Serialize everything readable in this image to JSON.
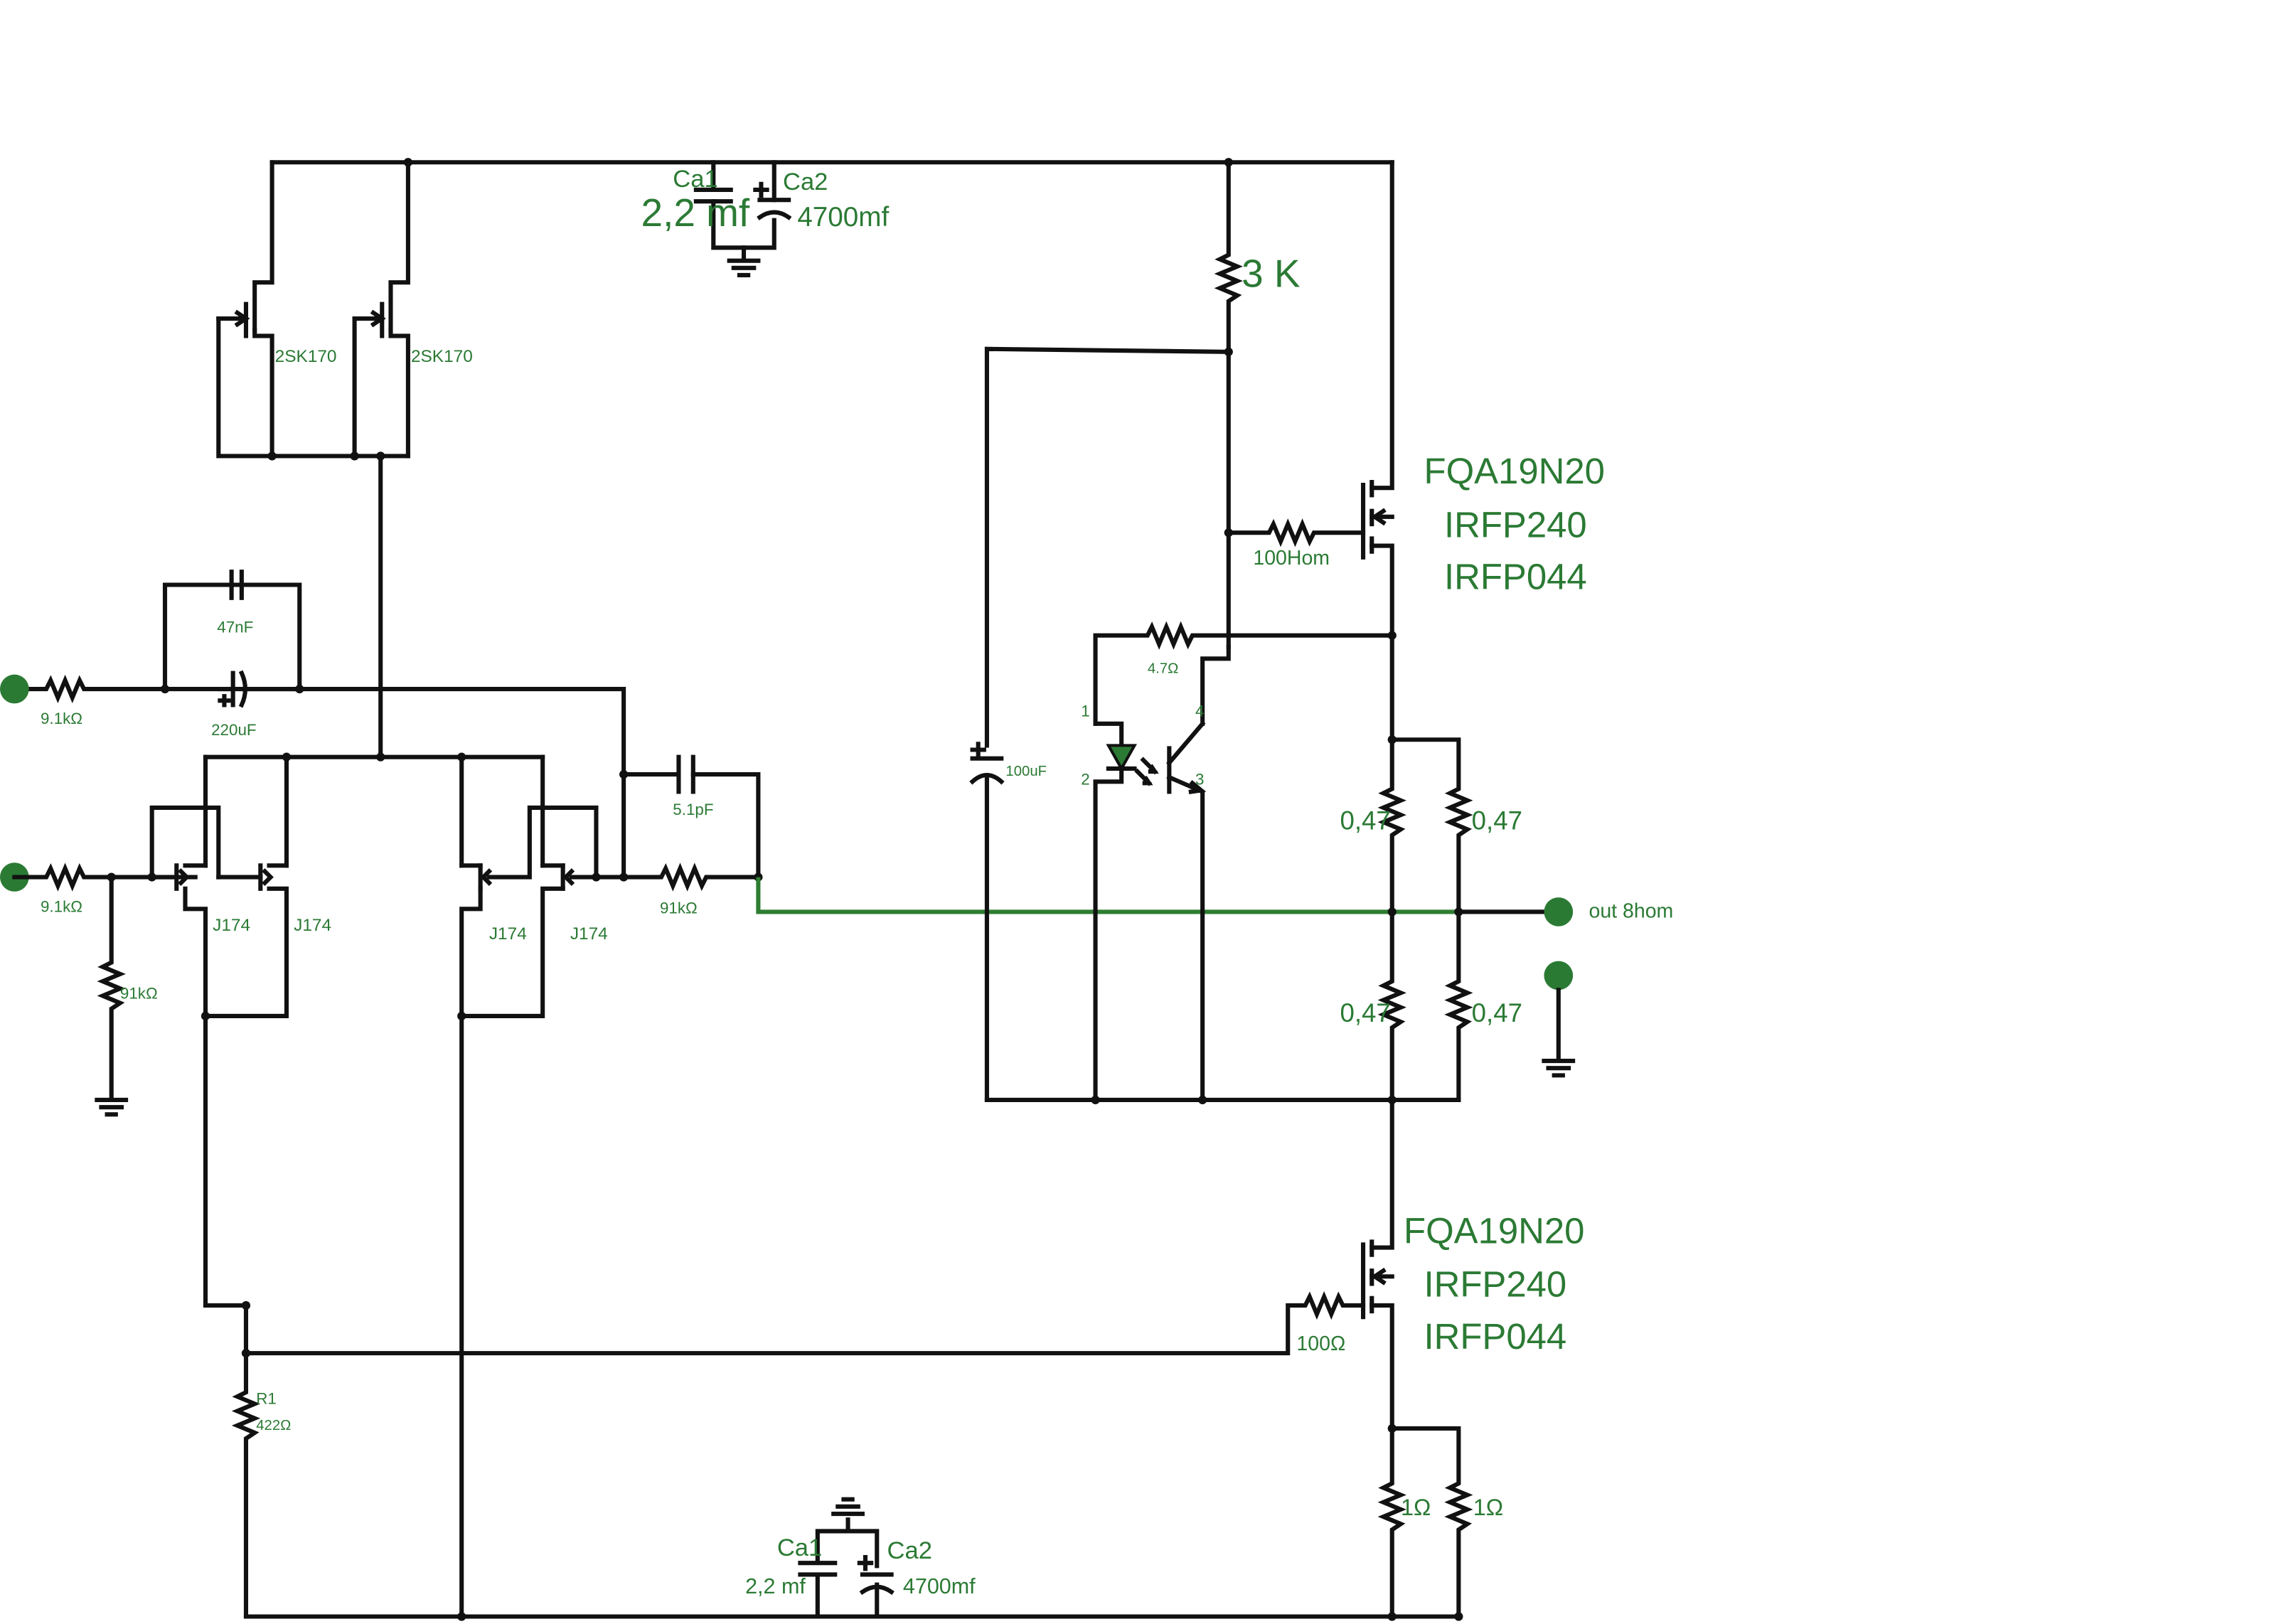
{
  "labels": {
    "ca1_top": "Ca1",
    "ca1_top_val": "2,2 mf",
    "ca2_top": "Ca2",
    "ca2_top_val": "4700mf",
    "r_3k": "3 K",
    "q_2sk170_a": "2SK170",
    "q_2sk170_b": "2SK170",
    "mos_top_1": "FQA19N20",
    "mos_top_2": "IRFP240",
    "mos_top_3": "IRFP044",
    "r_100hom": "100Hom",
    "r_47": "4.7Ω",
    "opto_pin1": "1",
    "opto_pin2": "2",
    "opto_pin3": "3",
    "opto_pin4": "4",
    "c_100uf": "100uF",
    "c_47nf": "47nF",
    "c_220uf": "220uF",
    "r_in1": "9.1kΩ",
    "r_in2": "9.1kΩ",
    "r_91k_gnd": "91kΩ",
    "c_51pf": "5.1pF",
    "r_91k_fb": "91kΩ",
    "j174_a": "J174",
    "j174_b": "J174",
    "j174_c": "J174",
    "j174_d": "J174",
    "r_047_a": "0,47",
    "r_047_b": "0,47",
    "r_047_c": "0,47",
    "r_047_d": "0,47",
    "out": "out 8hom",
    "mos_bot_1": "FQA19N20",
    "mos_bot_2": "IRFP240",
    "mos_bot_3": "IRFP044",
    "r_100": "100Ω",
    "r1": "R1",
    "r1_val": "422Ω",
    "r_1_a": "1Ω",
    "r_1_b": "1Ω",
    "ca1_bot": "Ca1",
    "ca1_bot_val": "2,2 mf",
    "ca2_bot": "Ca2",
    "ca2_bot_val": "4700mf"
  },
  "colors": {
    "wire": "#111111",
    "label": "#2b7a34",
    "terminal": "#2b7a34"
  }
}
